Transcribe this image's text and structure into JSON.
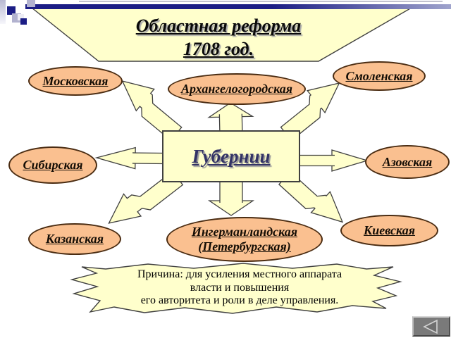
{
  "slide": {
    "title": {
      "line1": "Областная реформа",
      "line2": "1708 год."
    },
    "center": {
      "label": "Губернии"
    },
    "provinces": [
      {
        "label": "Московская"
      },
      {
        "label": "Архангелогородская"
      },
      {
        "label": "Смоленская"
      },
      {
        "label": "Сибирская"
      },
      {
        "label": "Азовская"
      },
      {
        "label": "Казанская"
      },
      {
        "label": "Ингерманландская (Петербургская)"
      },
      {
        "label": "Киевская"
      }
    ],
    "reason": {
      "line1": "Причина: для усиления местного аппарата",
      "line2": "власти и повышения",
      "line3": "его авторитета и роли в деле управления."
    },
    "nav": {
      "back_icon": "left-triangle"
    },
    "colors": {
      "shape_fill": "#FFFFCC",
      "shape_stroke": "#404040",
      "oval_fill": "#FAC090",
      "oval_stroke": "#4A2C12",
      "accent_bar": "#1B1D85",
      "center_text_color": "#333366",
      "background": "#FFFFFF"
    }
  }
}
